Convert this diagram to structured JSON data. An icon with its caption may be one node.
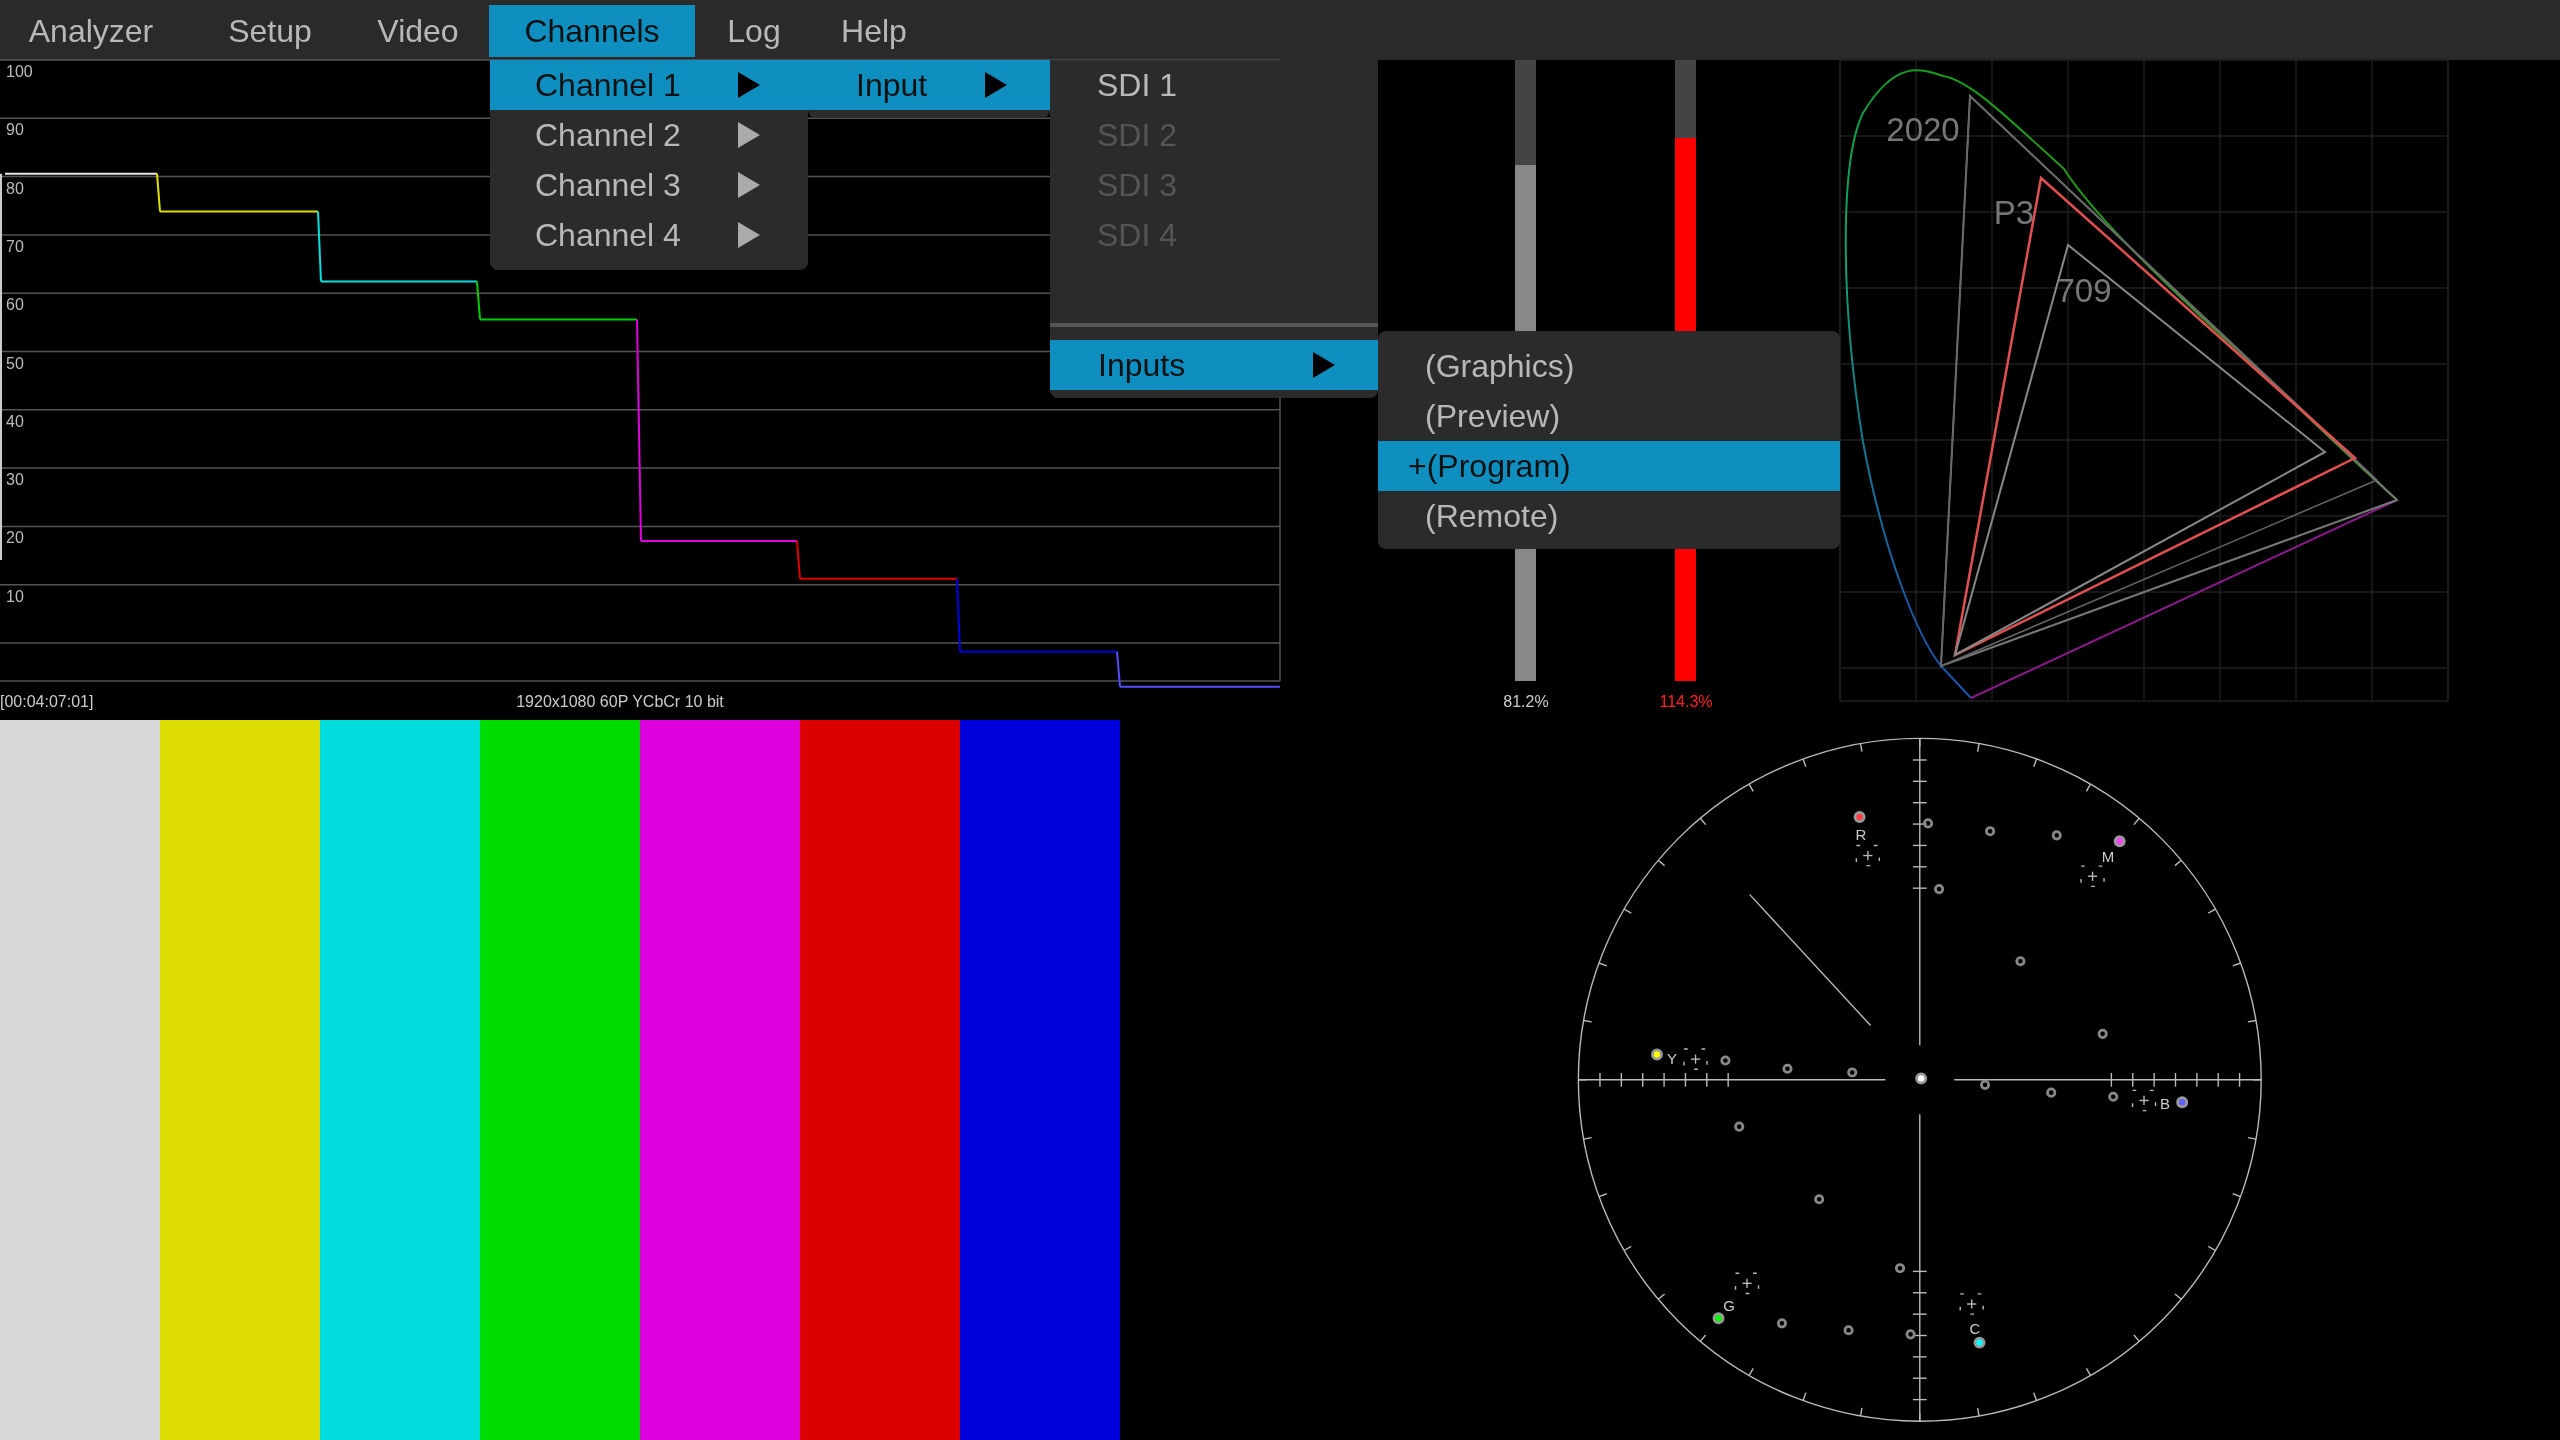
{
  "diagram": {
    "labels": [
      "Analyzer",
      "Setup",
      "Video",
      "Channels",
      "Log",
      "Help",
      "Channel 1",
      "Channel 2",
      "Channel 3",
      "Channel 4",
      "Input",
      "SDI 1",
      "SDI 2",
      "SDI 3",
      "SDI 4",
      "Inputs",
      "(Graphics)",
      "(Preview)",
      "+(Program)",
      "(Remote)",
      "100",
      "90",
      "80",
      "70",
      "60",
      "50",
      "40",
      "30",
      "20",
      "10",
      "[00:04:07:01]",
      "1920x1080 60P YCbCr 10 bit",
      "81.2%",
      "114.3%",
      "2020",
      "P3",
      "709",
      "R",
      "M",
      "Y",
      "B",
      "G",
      "C"
    ]
  }
}
